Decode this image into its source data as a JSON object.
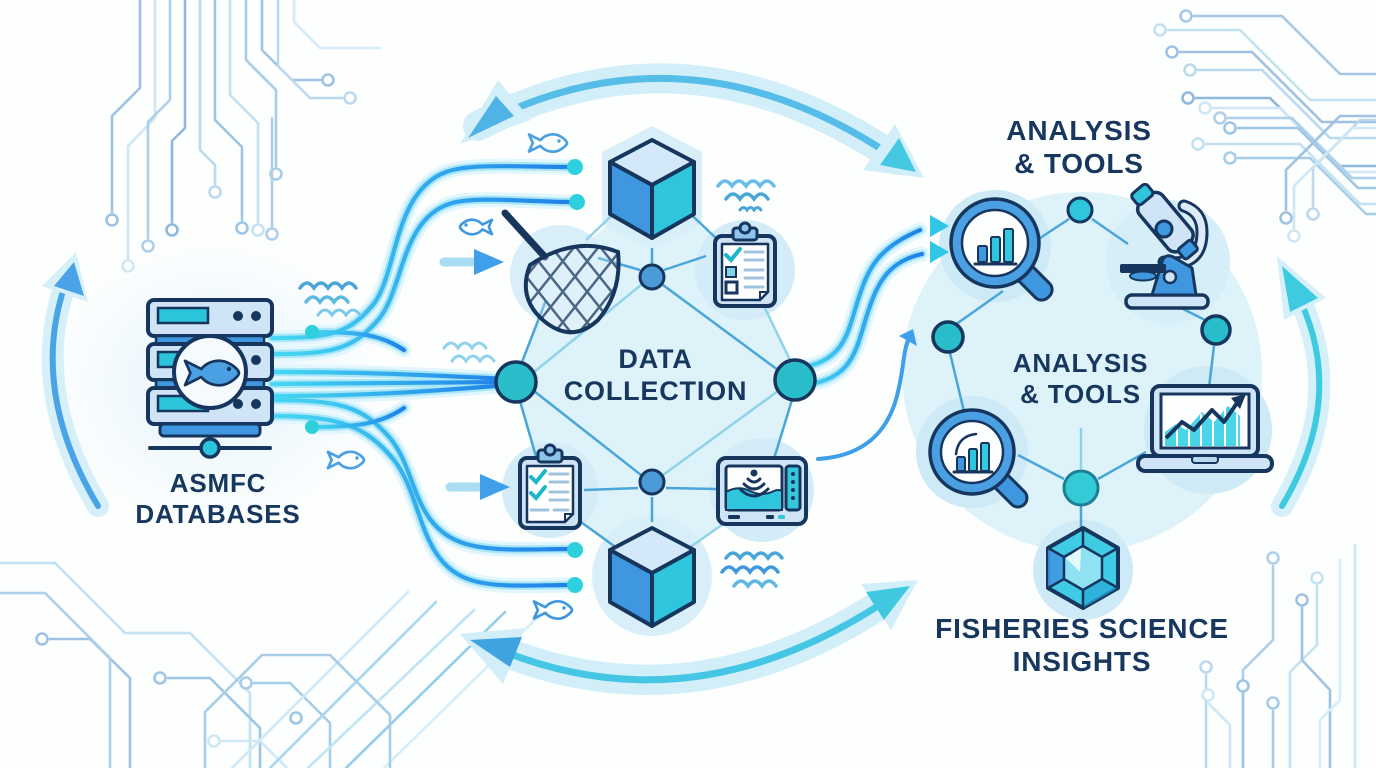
{
  "labels": {
    "asmfc": {
      "line1": "ASMFC",
      "line2": "DATABASES"
    },
    "data_collection": {
      "line1": "DATA",
      "line2": "COLLECTION"
    },
    "analysis_title": {
      "line1": "ANALYSIS",
      "line2": "& TOOLS"
    },
    "analysis_inner": {
      "line1": "ANALYSIS",
      "line2": "& TOOLS"
    },
    "insights": {
      "line1": "FISHERIES SCIENCE",
      "line2": "INSIGHTS"
    }
  },
  "icons": [
    "server-database-icon",
    "fish-emblem-icon",
    "fishing-net-icon",
    "clipboard-checklist-icon",
    "data-cube-icon",
    "sonar-monitor-icon",
    "magnifier-bar-chart-icon",
    "microscope-icon",
    "laptop-chart-icon",
    "data-gem-icon",
    "network-node-icon",
    "fish-icon",
    "waves-icon",
    "cycle-arrow-icon",
    "data-stream-icon",
    "flow-arrow-icon",
    "circuit-trace-icon"
  ],
  "colors": {
    "navy": "#17375f",
    "blue": "#3f97e0",
    "teal": "#29bdc9",
    "cyan": "#2fc6dd",
    "stream_blue": "#1f7fe8",
    "stream_cyan": "#45d8f2",
    "pale_cyan": "#ddf2f9",
    "light_blue": "#cfe4f6",
    "trace_blue": "#a9cbe8",
    "background": "#fdfefe"
  }
}
